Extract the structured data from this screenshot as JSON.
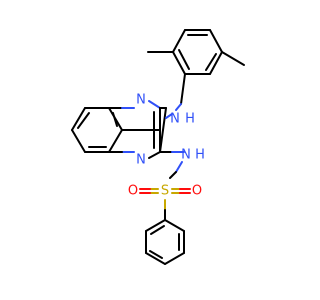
{
  "structure": {
    "atoms": {
      "n_amine": "N",
      "h_amine": "H",
      "n_ring_top": "N",
      "n_ring_bottom": "N",
      "n_sulfonamide": "N",
      "h_sulfonamide": "H",
      "sulfur": "S",
      "oxygen_left": "O",
      "oxygen_right": "O"
    },
    "colors": {
      "carbon": "#000000",
      "nitrogen": "#3050F8",
      "sulfur": "#C8A800",
      "oxygen": "#FF0D0D"
    }
  }
}
